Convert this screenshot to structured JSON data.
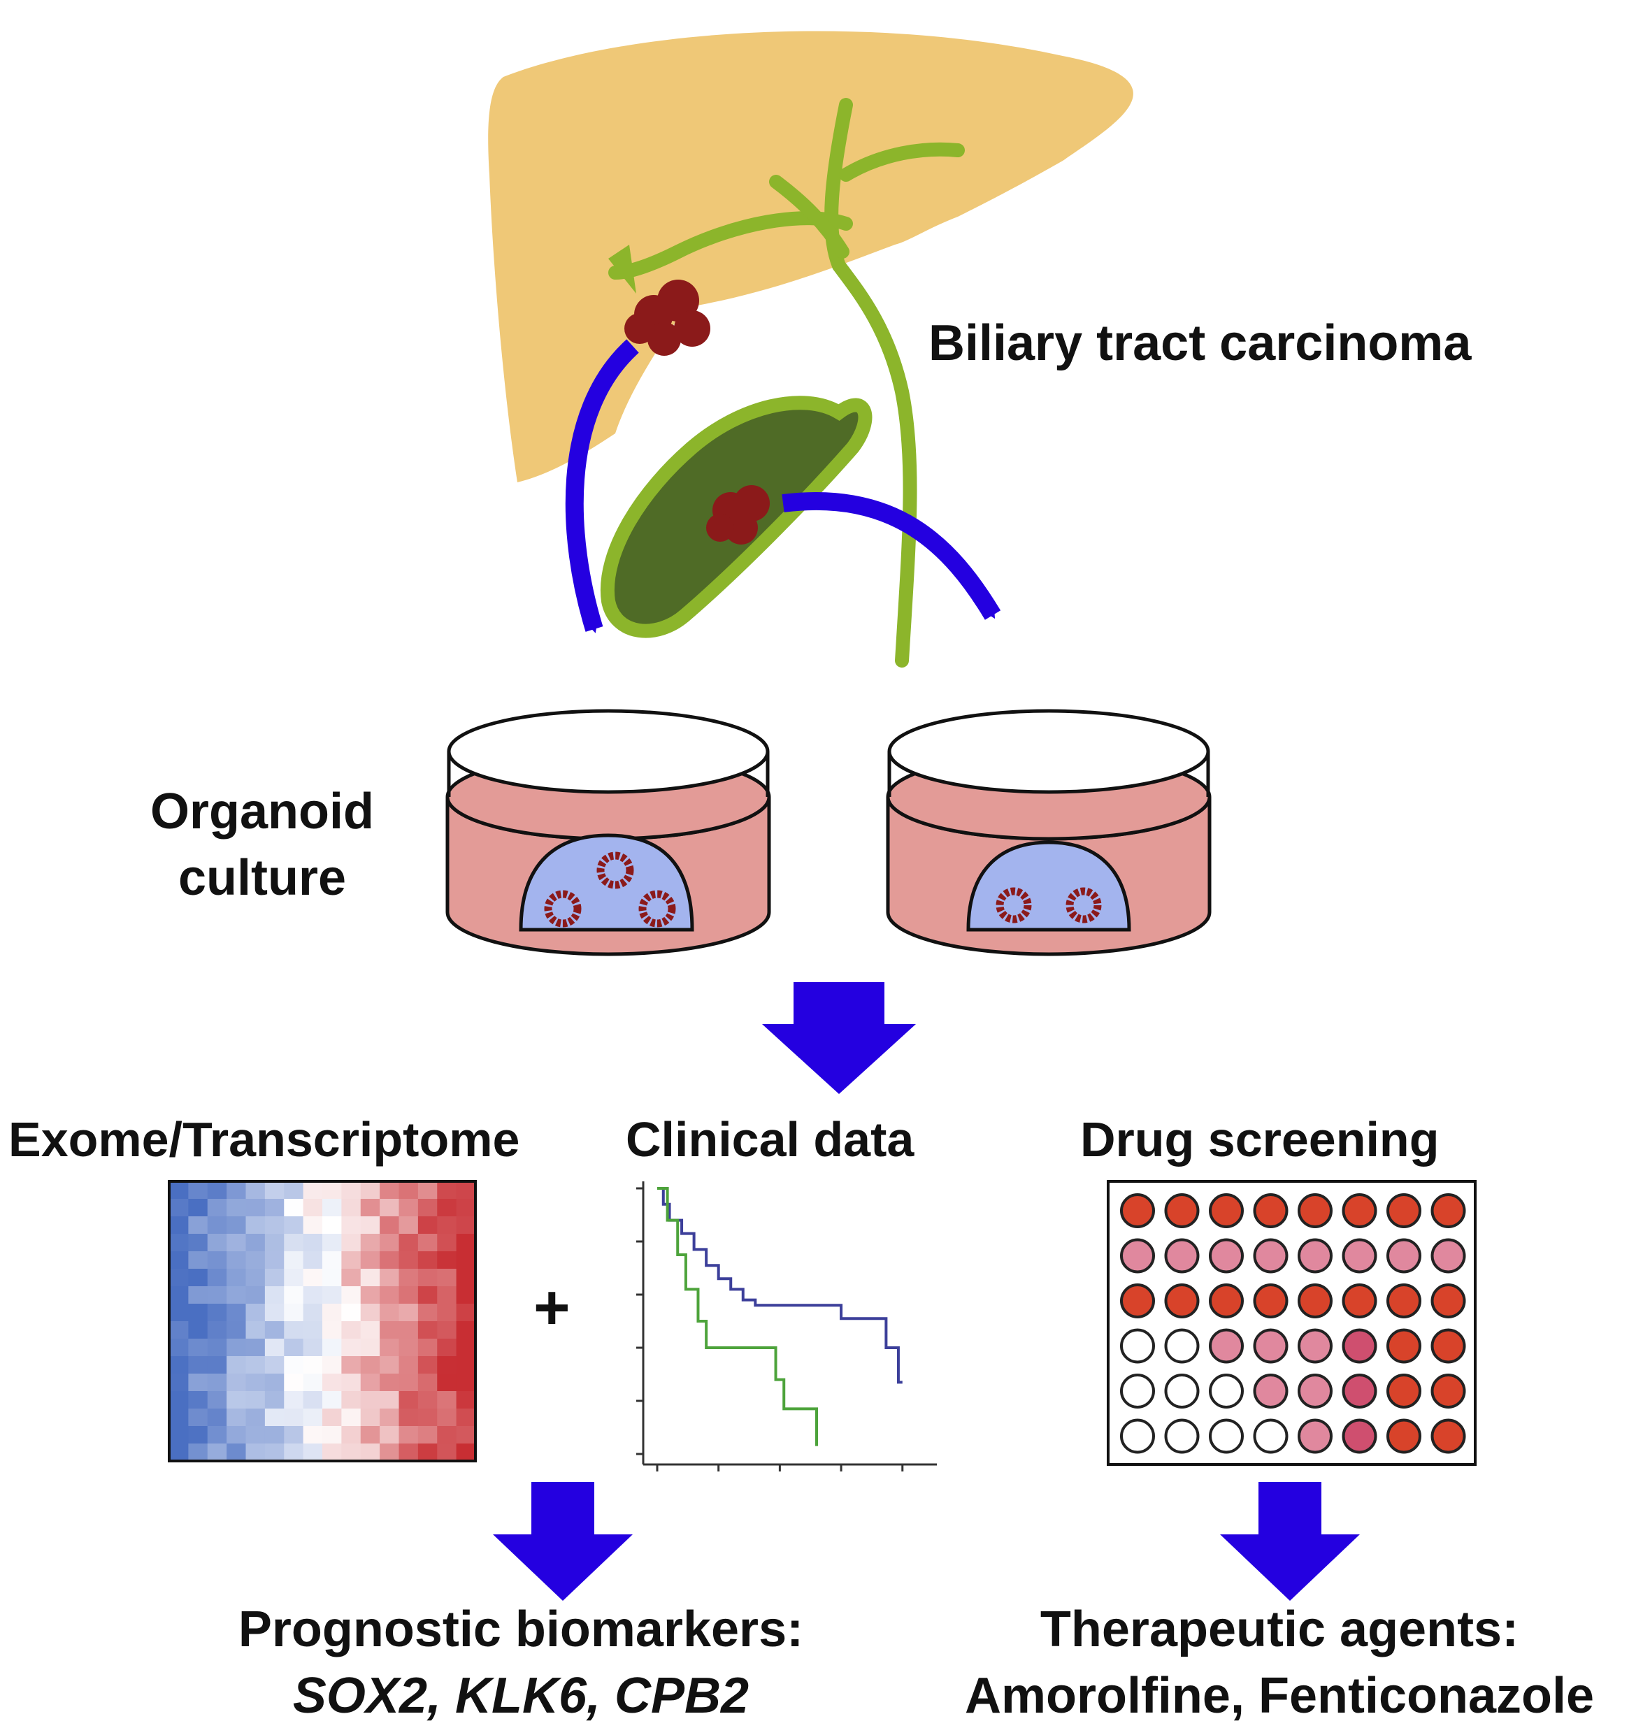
{
  "labels": {
    "tumor_type": "Biliary tract carcinoma",
    "organoid_line1": "Organoid",
    "organoid_line2": "culture",
    "exome": "Exome/Transcriptome",
    "clinical": "Clinical data",
    "drug": "Drug screening",
    "plus": "+",
    "biomarkers_title": "Prognostic biomarkers:",
    "biomarkers_genes": "SOX2, KLK6, CPB2",
    "agents_title": "Therapeutic agents:",
    "agents_names": "Amorolfine, Fenticonazole"
  },
  "colors": {
    "liver": "#efc877",
    "duct": "#8cb52b",
    "gallbladder": "#4f6b26",
    "tumor": "#8b1a1a",
    "arrow": "#2400e0",
    "medium": "#e39b97",
    "matrigel": "#a3b4ee",
    "km_high": "#3c3f9a",
    "km_low": "#4da33b",
    "well_strong": "#d8432a",
    "well_mid": "#e0889e",
    "well_dark_pink": "#cf4f6f",
    "well_empty": "#ffffff"
  },
  "heatmap": {
    "rows": 16,
    "cols": 16,
    "low_color": "#4a6fc2",
    "mid_color": "#ffffff",
    "high_color": "#c82e33"
  },
  "survival_plot": {
    "curves": [
      {
        "color_key": "km_high",
        "points": [
          [
            0,
            1.0
          ],
          [
            3,
            1.0
          ],
          [
            3,
            0.94
          ],
          [
            6,
            0.94
          ],
          [
            6,
            0.88
          ],
          [
            12,
            0.88
          ],
          [
            12,
            0.83
          ],
          [
            18,
            0.83
          ],
          [
            18,
            0.77
          ],
          [
            24,
            0.77
          ],
          [
            24,
            0.71
          ],
          [
            30,
            0.71
          ],
          [
            30,
            0.66
          ],
          [
            36,
            0.66
          ],
          [
            36,
            0.62
          ],
          [
            42,
            0.62
          ],
          [
            42,
            0.58
          ],
          [
            48,
            0.58
          ],
          [
            48,
            0.56
          ],
          [
            90,
            0.56
          ],
          [
            90,
            0.51
          ],
          [
            112,
            0.51
          ],
          [
            112,
            0.4
          ],
          [
            118,
            0.4
          ],
          [
            118,
            0.27
          ],
          [
            120,
            0.27
          ]
        ]
      },
      {
        "color_key": "km_low",
        "points": [
          [
            0,
            1.0
          ],
          [
            5,
            1.0
          ],
          [
            5,
            0.88
          ],
          [
            10,
            0.88
          ],
          [
            10,
            0.75
          ],
          [
            14,
            0.75
          ],
          [
            14,
            0.62
          ],
          [
            20,
            0.62
          ],
          [
            20,
            0.5
          ],
          [
            24,
            0.5
          ],
          [
            24,
            0.4
          ],
          [
            58,
            0.4
          ],
          [
            58,
            0.28
          ],
          [
            62,
            0.28
          ],
          [
            62,
            0.17
          ],
          [
            78,
            0.17
          ],
          [
            78,
            0.03
          ]
        ]
      }
    ],
    "x_max": 130,
    "x_ticks": [
      0,
      30,
      60,
      90,
      120
    ],
    "y_ticks": [
      0,
      0.2,
      0.4,
      0.6,
      0.8,
      1.0
    ]
  },
  "plate": {
    "rows": [
      [
        "well_strong",
        "well_strong",
        "well_strong",
        "well_strong",
        "well_strong",
        "well_strong",
        "well_strong",
        "well_strong"
      ],
      [
        "well_mid",
        "well_mid",
        "well_mid",
        "well_mid",
        "well_mid",
        "well_mid",
        "well_mid",
        "well_mid"
      ],
      [
        "well_strong",
        "well_strong",
        "well_strong",
        "well_strong",
        "well_strong",
        "well_strong",
        "well_strong",
        "well_strong"
      ],
      [
        "well_empty",
        "well_empty",
        "well_mid",
        "well_mid",
        "well_mid",
        "well_dark_pink",
        "well_strong",
        "well_strong"
      ],
      [
        "well_empty",
        "well_empty",
        "well_empty",
        "well_mid",
        "well_mid",
        "well_dark_pink",
        "well_strong",
        "well_strong"
      ],
      [
        "well_empty",
        "well_empty",
        "well_empty",
        "well_empty",
        "well_mid",
        "well_dark_pink",
        "well_strong",
        "well_strong"
      ]
    ]
  }
}
